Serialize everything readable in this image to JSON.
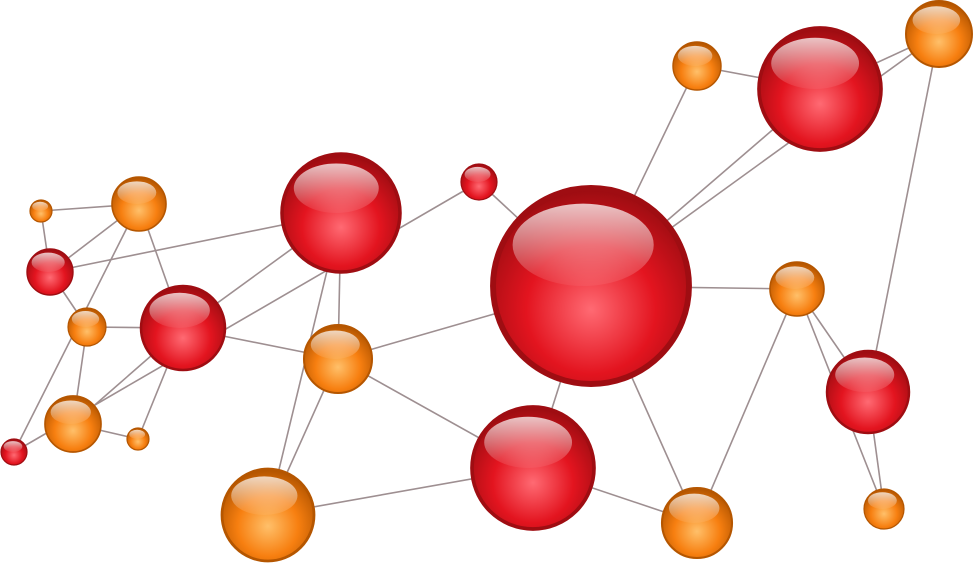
{
  "diagram": {
    "type": "network-graph",
    "colors": {
      "edge": "#9e8f91",
      "red_node": "#e3141f",
      "red_node_dark": "#9f0d12",
      "red_node_light": "#ff6a73",
      "orange_node": "#f77f10",
      "orange_node_dark": "#b55600",
      "orange_node_light": "#ffc06a"
    },
    "nodes": [
      {
        "id": "n1",
        "kind": "orange"
      },
      {
        "id": "n2",
        "kind": "orange"
      },
      {
        "id": "n3",
        "kind": "red"
      },
      {
        "id": "n4",
        "kind": "orange"
      },
      {
        "id": "n5",
        "kind": "red"
      },
      {
        "id": "n6",
        "kind": "red"
      },
      {
        "id": "n7",
        "kind": "orange"
      },
      {
        "id": "n8",
        "kind": "orange"
      },
      {
        "id": "n9",
        "kind": "red"
      },
      {
        "id": "n10",
        "kind": "orange"
      },
      {
        "id": "n11",
        "kind": "orange"
      },
      {
        "id": "n12",
        "kind": "red"
      },
      {
        "id": "n13",
        "kind": "red"
      },
      {
        "id": "n14",
        "kind": "red"
      },
      {
        "id": "n15",
        "kind": "orange"
      },
      {
        "id": "n16",
        "kind": "red"
      },
      {
        "id": "n17",
        "kind": "orange"
      },
      {
        "id": "n18",
        "kind": "orange"
      },
      {
        "id": "n19",
        "kind": "orange"
      },
      {
        "id": "n20",
        "kind": "red"
      },
      {
        "id": "n21",
        "kind": "orange"
      },
      {
        "id": "n22",
        "kind": "red"
      },
      {
        "id": "n23",
        "kind": "orange"
      }
    ],
    "edges": [
      [
        "n1",
        "n2"
      ],
      [
        "n1",
        "n3"
      ],
      [
        "n2",
        "n3"
      ],
      [
        "n2",
        "n5"
      ],
      [
        "n2",
        "n6"
      ],
      [
        "n3",
        "n4"
      ],
      [
        "n4",
        "n5"
      ],
      [
        "n4",
        "n7"
      ],
      [
        "n5",
        "n7"
      ],
      [
        "n5",
        "n8"
      ],
      [
        "n7",
        "n8"
      ],
      [
        "n5",
        "n9"
      ],
      [
        "n5",
        "n10"
      ],
      [
        "n9",
        "n10"
      ],
      [
        "n9",
        "n11"
      ],
      [
        "n3",
        "n9"
      ],
      [
        "n6",
        "n12"
      ],
      [
        "n10",
        "n11"
      ],
      [
        "n10",
        "n13"
      ],
      [
        "n10",
        "n14"
      ],
      [
        "n11",
        "n14"
      ],
      [
        "n12",
        "n13"
      ],
      [
        "n13",
        "n15"
      ],
      [
        "n14",
        "n18"
      ],
      [
        "n13",
        "n18"
      ],
      [
        "n15",
        "n16"
      ],
      [
        "n13",
        "n16"
      ],
      [
        "n16",
        "n23"
      ],
      [
        "n16",
        "n17"
      ],
      [
        "n13",
        "n17"
      ],
      [
        "n13",
        "n19"
      ],
      [
        "n19",
        "n20"
      ],
      [
        "n17",
        "n20"
      ],
      [
        "n23",
        "n17"
      ],
      [
        "n23",
        "n20"
      ],
      [
        "n18",
        "n19"
      ],
      [
        "n19",
        "n21"
      ],
      [
        "n20",
        "n21"
      ],
      [
        "n14",
        "n13"
      ]
    ]
  }
}
